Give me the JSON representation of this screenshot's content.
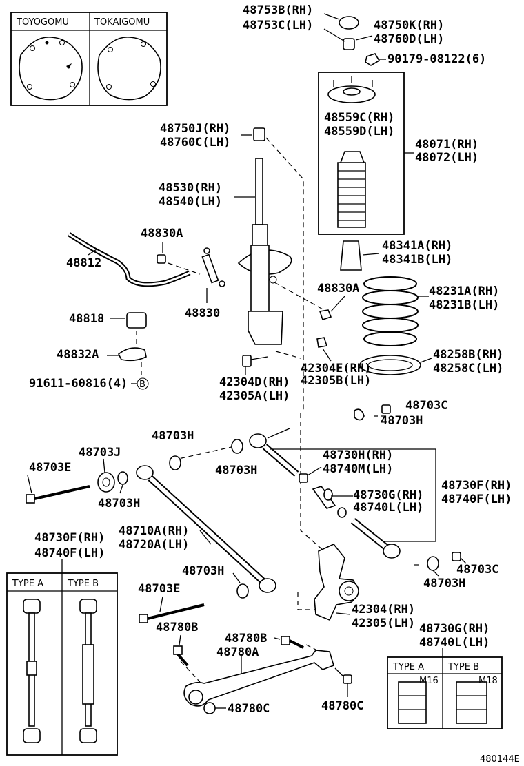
{
  "inset_top_left": {
    "left_title": "TOYOGOMU",
    "right_title": "TOKAIGOMU"
  },
  "labels": {
    "p48753": [
      "48753B(RH)",
      "48753C(LH)"
    ],
    "p48750k": [
      "48750K(RH)",
      "48760D(LH)"
    ],
    "p90179": "90179-08122(6)",
    "p48559": [
      "48559C(RH)",
      "48559D(LH)"
    ],
    "p48071": [
      "48071(RH)",
      "48072(LH)"
    ],
    "p48750j": [
      "48750J(RH)",
      "48760C(LH)"
    ],
    "p48530": [
      "48530(RH)",
      "48540(LH)"
    ],
    "p48830a_1": "48830A",
    "p48812": "48812",
    "p48341": [
      "48341A(RH)",
      "48341B(LH)"
    ],
    "p48830a_2": "48830A",
    "p48231": [
      "48231A(RH)",
      "48231B(LH)"
    ],
    "p48830": "48830",
    "p48818": "48818",
    "p48832a": "48832A",
    "p91611": "91611-60816(4)",
    "p42304e": [
      "42304E(RH)",
      "42305B(LH)"
    ],
    "p48258": [
      "48258B(RH)",
      "48258C(LH)"
    ],
    "p42304d": [
      "42304D(RH)",
      "42305A(LH)"
    ],
    "p48703c_1": "48703C",
    "p48703h_1": "48703H",
    "p48703h_2": "48703H",
    "p48703j": "48703J",
    "p48703e_1": "48703E",
    "p48703h_3": "48703H",
    "p48730h": [
      "48730H(RH)",
      "48740M(LH)"
    ],
    "p48703h_4": "48703H",
    "p48730f_r": [
      "48730F(RH)",
      "48740F(LH)"
    ],
    "p48730g_1": [
      "48730G(RH)",
      "48740L(LH)"
    ],
    "p48730f_l": [
      "48730F(RH)",
      "48740F(LH)"
    ],
    "p48710a": [
      "48710A(RH)",
      "48720A(LH)"
    ],
    "p48703h_5": "48703H",
    "p48703c_2": "48703C",
    "p48703h_6": "48703H",
    "p48703e_2": "48703E",
    "p42304": [
      "42304(RH)",
      "42305(LH)"
    ],
    "p48780b_1": "48780B",
    "p48780b_2": "48780B",
    "p48730g_2": [
      "48730G(RH)",
      "48740L(LH)"
    ],
    "p48780a": "48780A",
    "p48780c_1": "48780C",
    "p48780c_2": "48780C",
    "b_marker": "B"
  },
  "inset_bottom_left": {
    "left_title": "TYPE A",
    "right_title": "TYPE B"
  },
  "inset_bottom_right": {
    "left_title": "TYPE A",
    "right_title": "TYPE B",
    "left_size": "M16",
    "right_size": "M18"
  },
  "figure_code": "480144E"
}
